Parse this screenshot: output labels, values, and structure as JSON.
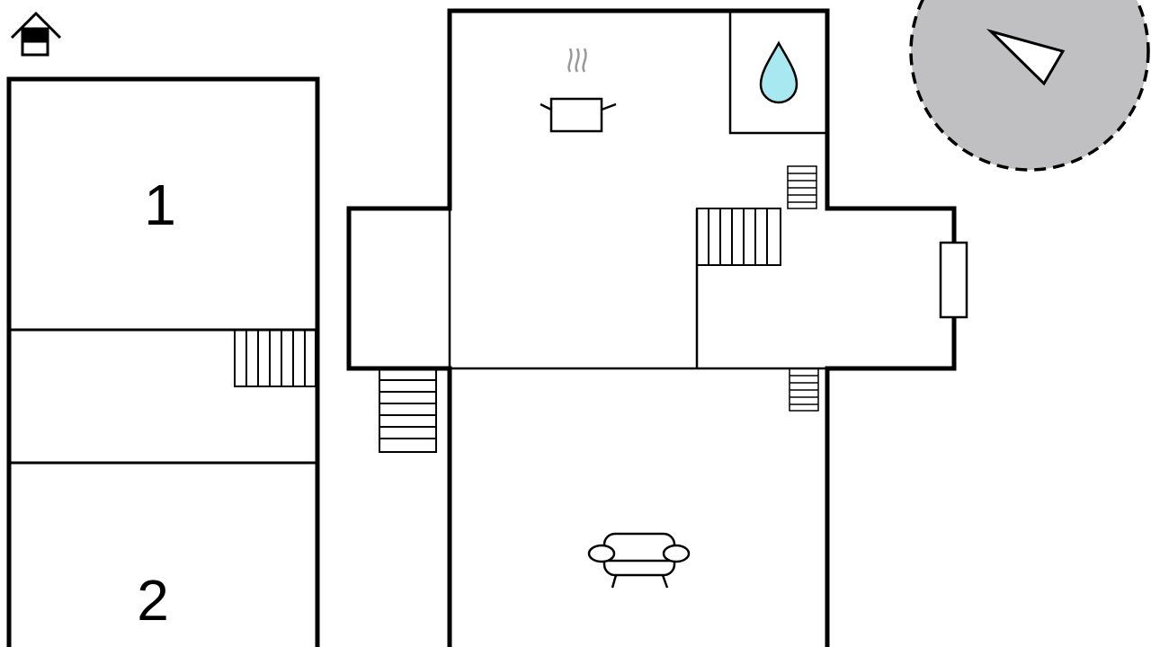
{
  "floorplan": {
    "rooms": [
      {
        "id": "room-1",
        "label": "1"
      },
      {
        "id": "room-2",
        "label": "2"
      }
    ],
    "icons": {
      "home": "house-icon",
      "compass": "compass-icon",
      "kitchen": "cooking-pot-icon",
      "bathroom": "water-drop-icon",
      "living": "sofa-icon"
    },
    "colors": {
      "wall": "#000000",
      "compass_fill": "#c0c0c2",
      "water": "#a8e8f0"
    }
  }
}
